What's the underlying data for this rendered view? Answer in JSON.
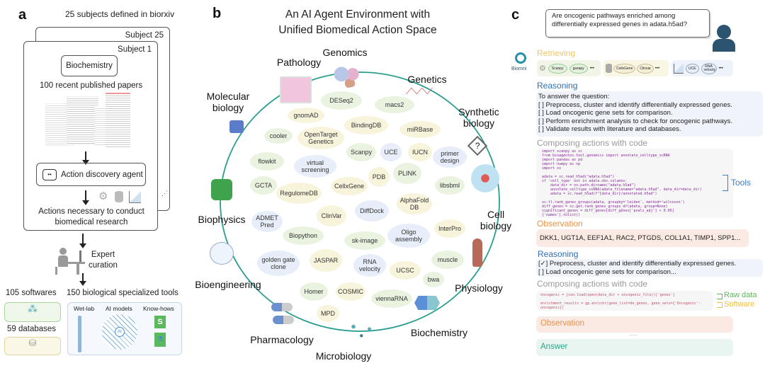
{
  "panel_a": {
    "label": "a",
    "subjects_caption": "25 subjects defined in biorxiv",
    "back_card": "Subject 25",
    "front_card": "Subject 1",
    "subject": "Biochemistry",
    "papers": "100 recent published papers",
    "agent": "Action discovery agent",
    "actions_line1": "Actions necessary to conduct",
    "actions_line2": "biomedical research",
    "curation_line1": "Expert",
    "curation_line2": "curation",
    "softwares": "105 softwares",
    "databases": "59 databases",
    "tools": "150 biological specialized tools",
    "tool_types": [
      "Wet-lab",
      "AI models",
      "Know-hows"
    ],
    "ai_badge": "AI",
    "knowhow_badge": "S"
  },
  "panel_b": {
    "label": "b",
    "title_line1": "An AI Agent Environment with",
    "title_line2": "Unified Biomedical Action Space",
    "accent": "#2a9d8f",
    "categories": [
      "Genomics",
      "Pathology",
      "Genetics",
      "Molecular biology",
      "Synthetic biology",
      "Biophysics",
      "Cell biology",
      "Bioengineering",
      "Physiology",
      "Biochemistry",
      "Pharmacology",
      "Microbiology"
    ],
    "tools": [
      {
        "name": "DESeq2",
        "type": "software"
      },
      {
        "name": "macs2",
        "type": "software"
      },
      {
        "name": "gnomAD",
        "type": "database"
      },
      {
        "name": "BindingDB",
        "type": "database"
      },
      {
        "name": "miRBase",
        "type": "database"
      },
      {
        "name": "cooler",
        "type": "software"
      },
      {
        "name": "OpenTarget Genetics",
        "type": "database"
      },
      {
        "name": "Scanpy",
        "type": "software"
      },
      {
        "name": "UCE",
        "type": "tool"
      },
      {
        "name": "IUCN",
        "type": "database"
      },
      {
        "name": "primer design",
        "type": "tool"
      },
      {
        "name": "flowkit",
        "type": "software"
      },
      {
        "name": "virtual screening",
        "type": "tool"
      },
      {
        "name": "PLINK",
        "type": "software"
      },
      {
        "name": "PDB",
        "type": "database"
      },
      {
        "name": "GCTA",
        "type": "software"
      },
      {
        "name": "RegulomeDB",
        "type": "database"
      },
      {
        "name": "CellxGene",
        "type": "database"
      },
      {
        "name": "libsbml",
        "type": "software"
      },
      {
        "name": "AlphaFold DB",
        "type": "database"
      },
      {
        "name": "DiffDock",
        "type": "tool"
      },
      {
        "name": "ClinVar",
        "type": "database"
      },
      {
        "name": "ADMET Pred",
        "type": "tool"
      },
      {
        "name": "InterPro",
        "type": "database"
      },
      {
        "name": "Biopython",
        "type": "software"
      },
      {
        "name": "sk-image",
        "type": "software"
      },
      {
        "name": "Oligo assembly",
        "type": "tool"
      },
      {
        "name": "golden gate clone",
        "type": "tool"
      },
      {
        "name": "JASPAR",
        "type": "database"
      },
      {
        "name": "RNA velocity",
        "type": "tool"
      },
      {
        "name": "muscle",
        "type": "software"
      },
      {
        "name": "UCSC",
        "type": "database"
      },
      {
        "name": "bwa",
        "type": "software"
      },
      {
        "name": "Homer",
        "type": "software"
      },
      {
        "name": "COSMIC",
        "type": "database"
      },
      {
        "name": "viennaRNA",
        "type": "software"
      },
      {
        "name": "MPD",
        "type": "database"
      }
    ]
  },
  "panel_c": {
    "label": "c",
    "question": "Are oncogenic pathways enriched among differentially expressed genes in adata.h5ad?",
    "logo_text": "Biomni",
    "retrieving": "Retrieving",
    "retrieve_chips": [
      "Scanpy",
      "gseapy",
      "CellxGene",
      "Clinvar",
      "UCE",
      "RNA velocity"
    ],
    "ellipsis": "•••",
    "reasoning": "Reasoning",
    "reasoning1": [
      "To answer the question:",
      "[  ] Preprocess, cluster and identify differentially expressed genes.",
      "[  ] Load oncogenic gene sets for comparison.",
      "[  ] Perform enrichment analysis to check for oncogenic pathways.",
      "[  ] Validate results with literature and databases."
    ],
    "composing": "Composing actions with code",
    "code1": "import scanpy as sc\nfrom bioagentos.tool.genomics import annotate_celltype_scRNA\nimport pandas as pd\nimport numpy as np\nimport os\n\nadata = sc.read_h5ad(\"adata.h5ad\")\nif 'cell_type' not in adata.obs.columns:\n    data_dir = os.path.dirname(\"adata.h5ad\")\n    annotate_celltype_scRNA(adata_filename=\"adata.h5ad\", data_dir=data_dir)\n    adata = sc.read_h5ad(f\"{data_dir}/annotated.h5ad\")\n\nsc.tl.rank_genes_groups(adata, groupby='leiden', method='wilcoxon')\ndiff_genes = sc.get.rank_genes_groups_df(adata, group=None)\nsignificant_genes = diff_genes[diff_genes['pvals_adj'] < 0.05]\n['names'].tolist()",
    "tools_label": "Tools",
    "observation": "Observation",
    "observation1": "DKK1, UGT1A, EEF1A1, RAC2, PTGDS, COL1A1, TIMP1, SPP1...",
    "reasoning2": [
      "[✓] Preprocess, cluster and identify differentially expressed genes.",
      "[  ] Load oncogenic gene sets for comparison..."
    ],
    "code2": "oncogenic = json.load(open(data_dir + oncogenic_file))['genes']\n\nenrichment_results = gp.enrichr(gene_list=de_genes, gene_sets={'Oncogenic':\noncogenic})",
    "raw_data_label": "Raw data",
    "software_label": "Software",
    "dots": "......",
    "answer": "Answer",
    "colors": {
      "retrieving": "#f2c66b",
      "reasoning": "#2f6eb5",
      "composing": "#9a9a9a",
      "observation": "#f0903a",
      "answer": "#2aa58a",
      "raw_data": "#5cb85c",
      "software": "#f0c040"
    }
  }
}
